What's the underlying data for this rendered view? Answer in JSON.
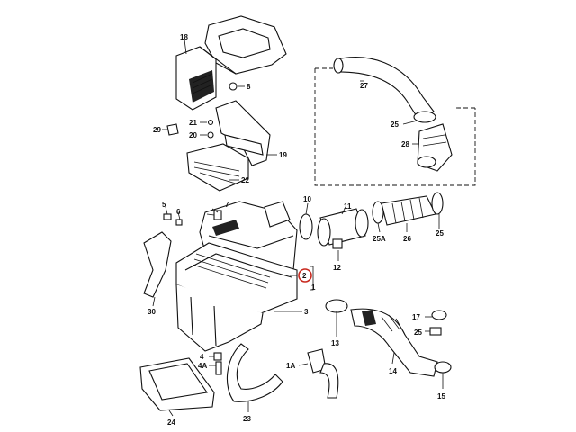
{
  "callouts": {
    "c1": "1",
    "c1a": "1A",
    "c2": "2",
    "c3": "3",
    "c4": "4",
    "c4a": "4A",
    "c5": "5",
    "c6": "6",
    "c7": "7",
    "c8": "8",
    "c10": "10",
    "c11": "11",
    "c12": "12",
    "c13": "13",
    "c14": "14",
    "c15": "15",
    "c17": "17",
    "c18": "18",
    "c19": "19",
    "c20": "20",
    "c21": "21",
    "c22": "22",
    "c23": "23",
    "c24": "24",
    "c25a": "25",
    "c25b": "25",
    "c25c": "25A",
    "c26": "26",
    "c27": "27",
    "c28": "28",
    "c29": "29",
    "c30": "30"
  },
  "highlight": {
    "color": "#c8281e"
  }
}
